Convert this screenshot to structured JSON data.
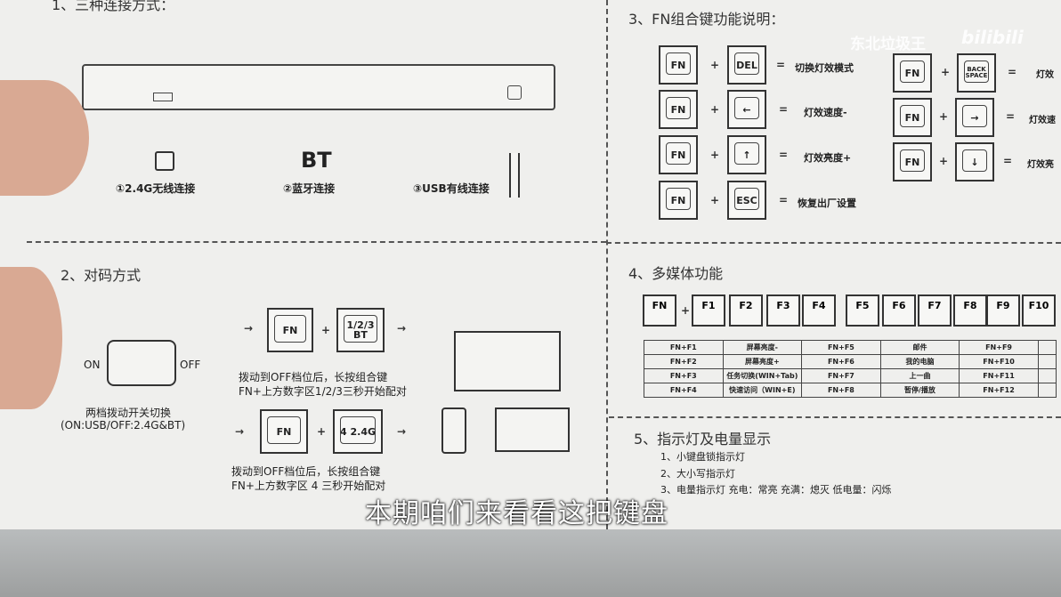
{
  "section1": {
    "title": "1、三种连接方式：",
    "items": [
      "①2.4G无线连接",
      "②蓝牙连接",
      "③USB有线连接"
    ],
    "bt_logo": "BT"
  },
  "section2": {
    "title": "2、对码方式",
    "switch_on": "ON",
    "switch_off": "OFF",
    "switch_caption1": "两档拨动开关切换",
    "switch_caption2": "(ON:USB/OFF:2.4G&BT)",
    "row1": {
      "key1": "FN",
      "key2": "1/2/3 BT",
      "caption1": "拨动到OFF档位后，长按组合键",
      "caption2": "FN+上方数字区1/2/3三秒开始配对"
    },
    "row2": {
      "key1": "FN",
      "key2": "4 2.4G",
      "caption1": "拨动到OFF档位后，长按组合键",
      "caption2": "FN+上方数字区 4 三秒开始配对"
    }
  },
  "section3": {
    "title": "3、FN组合键功能说明：",
    "combos": [
      {
        "k1": "FN",
        "k2": "DEL",
        "desc": "切换灯效模式"
      },
      {
        "k1": "FN",
        "k2": "←",
        "desc": "灯效速度-"
      },
      {
        "k1": "FN",
        "k2": "↑",
        "desc": "灯效亮度+"
      },
      {
        "k1": "FN",
        "k2": "ESC",
        "desc": "恢复出厂设置"
      },
      {
        "k1": "FN",
        "k2": "BACK SPACE",
        "desc": "灯效"
      },
      {
        "k1": "FN",
        "k2": "→",
        "desc": "灯效速"
      },
      {
        "k1": "FN",
        "k2": "↓",
        "desc": "灯效亮"
      }
    ]
  },
  "section4": {
    "title": "4、多媒体功能",
    "keys": [
      "FN",
      "F1",
      "F2",
      "F3",
      "F4",
      "F5",
      "F6",
      "F7",
      "F8",
      "F9",
      "F10"
    ],
    "table": [
      [
        "FN+F1",
        "屏幕亮度-",
        "FN+F5",
        "邮件",
        "FN+F9"
      ],
      [
        "FN+F2",
        "屏幕亮度+",
        "FN+F6",
        "我的电脑",
        "FN+F10"
      ],
      [
        "FN+F3",
        "任务切换(WIN+Tab)",
        "FN+F7",
        "上一曲",
        "FN+F11"
      ],
      [
        "FN+F4",
        "快速访问（WIN+E)",
        "FN+F8",
        "暂停/播放",
        "FN+F12"
      ]
    ]
  },
  "section5": {
    "title": "5、指示灯及电量显示",
    "items": [
      "1、小键盘锁指示灯",
      "2、大小写指示灯",
      "3、电量指示灯  充电：常亮  充满：熄灭  低电量：闪烁"
    ]
  },
  "subtitle": "本期咱们来看看这把键盘",
  "watermark": {
    "uploader": "东北垃圾王",
    "logo": "bilibili"
  }
}
